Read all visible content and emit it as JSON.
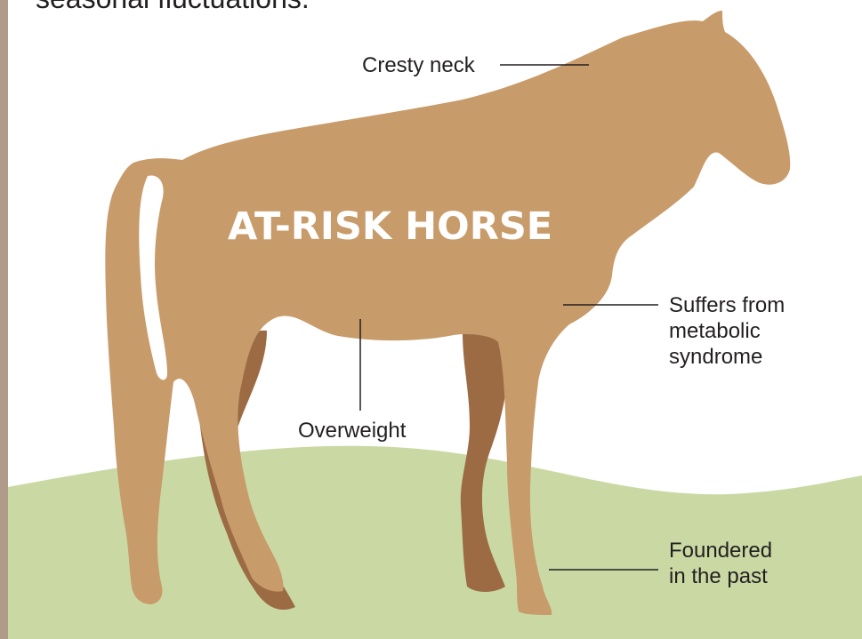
{
  "intro_text": "seasonal fluctuations.",
  "title": "AT-RISK HORSE",
  "labels": {
    "cresty_neck": "Cresty neck",
    "overweight": "Overweight",
    "metabolic_line1": "Suffers from",
    "metabolic_line2": "metabolic",
    "metabolic_line3": "syndrome",
    "foundered_line1": "Foundered",
    "foundered_line2": "in the past"
  },
  "colors": {
    "horse_body": "#c89b6a",
    "horse_far_legs": "#9c6b44",
    "ground": "#cad9a4",
    "leader_lines": "#231f20",
    "frame": "#b09a8a"
  }
}
